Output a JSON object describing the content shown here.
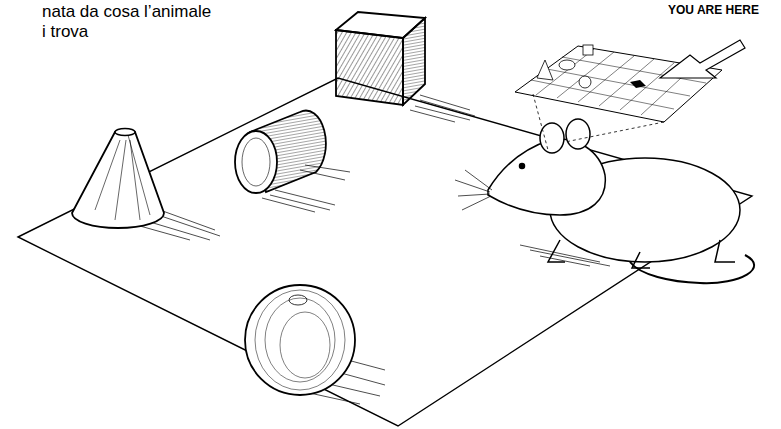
{
  "diagram": {
    "labels": [
      "nata da cosa l’animale",
      "i trova",
      "YOU ARE HERE"
    ]
  }
}
